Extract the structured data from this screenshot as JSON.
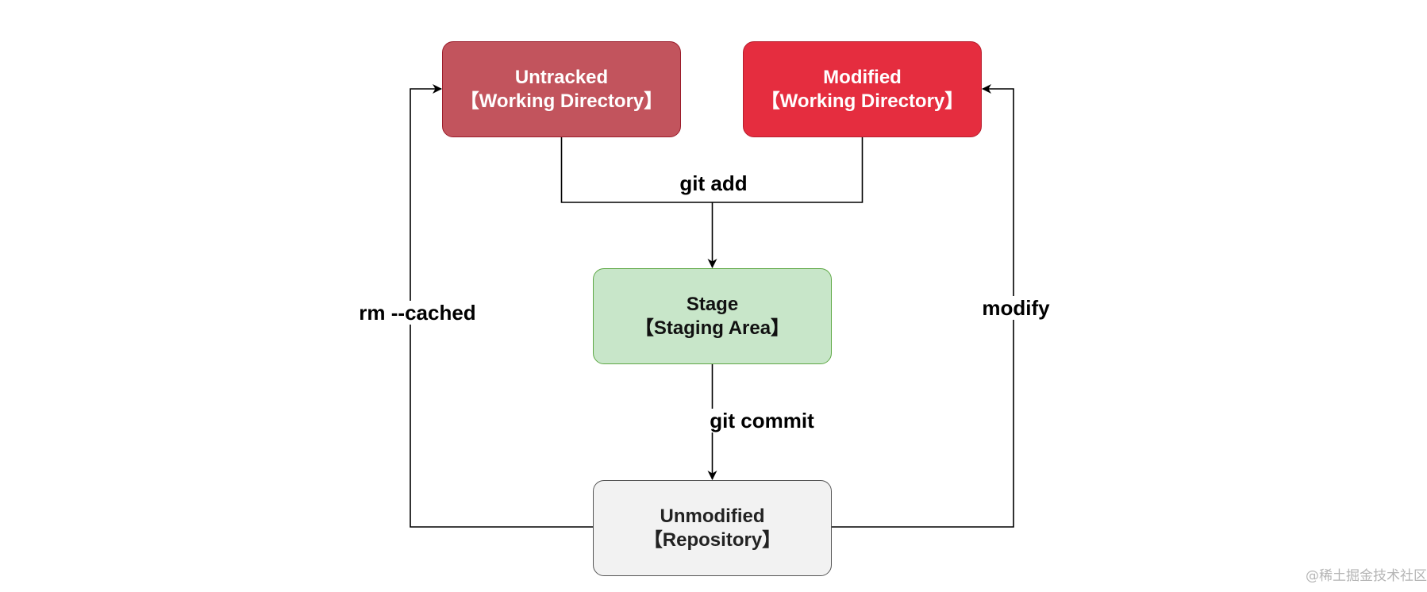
{
  "nodes": {
    "untracked": {
      "title": "Untracked",
      "subtitle": "【Working Directory】"
    },
    "modified": {
      "title": "Modified",
      "subtitle": "【Working Directory】"
    },
    "stage": {
      "title": "Stage",
      "subtitle": "【Staging Area】"
    },
    "unmodified": {
      "title": "Unmodified",
      "subtitle": "【Repository】"
    }
  },
  "edges": {
    "git_add": "git add",
    "git_commit": "git commit",
    "rm_cached": "rm --cached",
    "modify": "modify"
  },
  "colors": {
    "untracked_fill": "#c2545d",
    "modified_fill": "#e52d3f",
    "stage_fill": "#c8e6c9",
    "unmodified_fill": "#f2f2f2",
    "edge": "#000000"
  },
  "watermark": "@稀土掘金技术社区"
}
